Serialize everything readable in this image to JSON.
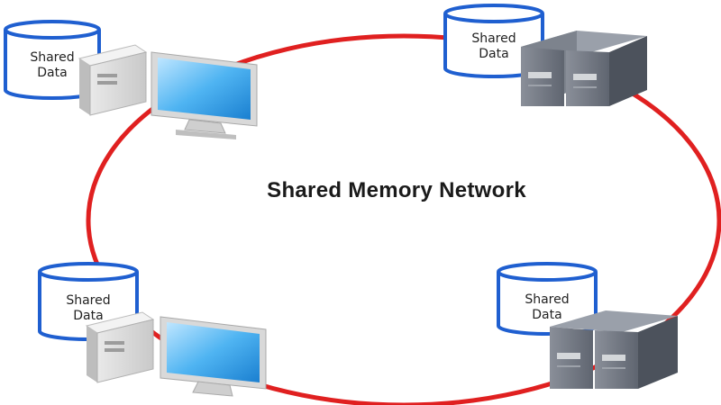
{
  "diagram": {
    "title": "Shared Memory Network",
    "ring_color": "#e02020",
    "node_color": "#1f5fd0",
    "nodes": [
      {
        "kind": "desktop-computer",
        "icon": "desktop-computer-icon",
        "store_line1": "Shared",
        "store_line2": "Data"
      },
      {
        "kind": "server",
        "icon": "server-rack-icon",
        "store_line1": "Shared",
        "store_line2": "Data"
      },
      {
        "kind": "desktop-computer",
        "icon": "desktop-computer-icon",
        "store_line1": "Shared",
        "store_line2": "Data"
      },
      {
        "kind": "server",
        "icon": "server-rack-icon",
        "store_line1": "Shared",
        "store_line2": "Data"
      }
    ]
  }
}
